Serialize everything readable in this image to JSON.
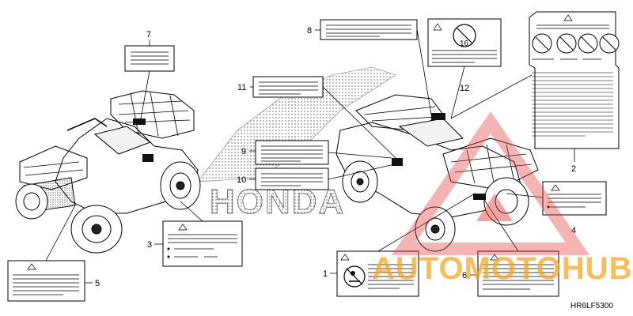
{
  "callouts": [
    "1",
    "2",
    "3",
    "4",
    "5",
    "6",
    "7",
    "8",
    "9",
    "10",
    "11",
    "12"
  ],
  "diagram_code": "HR6LF5300",
  "brand_lettering": "HONDA",
  "watermark": {
    "word_part1": "AUTO",
    "word_part2": "MOTO",
    "word_part3": "HUB",
    "color": "#f5a623",
    "triangle_color": "#e23b3b"
  },
  "colors": {
    "line": "#000000",
    "dots": "#444444",
    "label_fill": "#ffffff"
  },
  "icons": [
    "warning-triangle-icon",
    "no-passenger-icon",
    "age-16-icon",
    "no-riding-icon"
  ]
}
